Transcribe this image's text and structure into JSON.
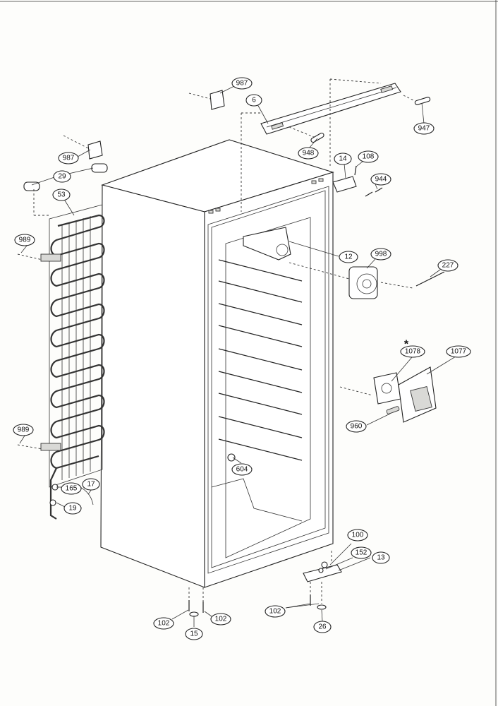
{
  "labels": {
    "l987a": "987",
    "l6": "6",
    "l947": "947",
    "l948": "948",
    "l987b": "987",
    "l29": "29",
    "l53": "53",
    "l14": "14",
    "l108": "108",
    "l944": "944",
    "l989a": "989",
    "l12": "12",
    "l998": "998",
    "l227": "227",
    "l1078": "1078",
    "l1077": "1077",
    "l960": "960",
    "l989b": "989",
    "l604": "604",
    "l165": "165",
    "l17": "17",
    "l19": "19",
    "l100": "100",
    "l152": "152",
    "l13": "13",
    "l102a": "102",
    "l102b": "102",
    "l15": "15",
    "l102c": "102",
    "l26": "26"
  },
  "asterisk": "*"
}
